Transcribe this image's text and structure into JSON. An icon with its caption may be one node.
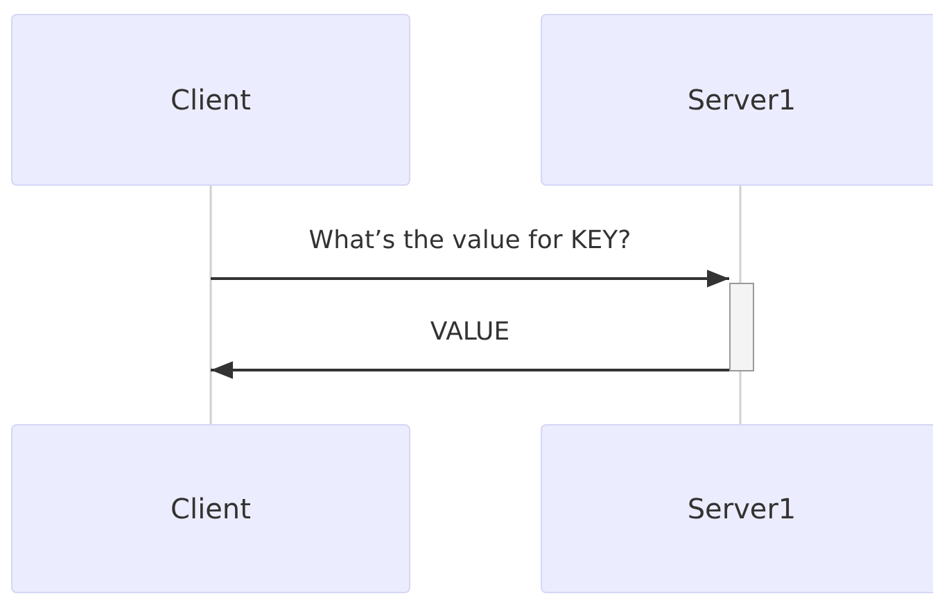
{
  "diagram": {
    "nodes": [
      {
        "text": [
          "Client"
        ]
      },
      {
        "text": [
          "Server1"
        ]
      },
      {
        "text": [
          "Client"
        ]
      },
      {
        "text": [
          "Server1"
        ]
      },
      {
        "text": [],
        "shape": "bar"
      }
    ],
    "edges": [
      {
        "from": 0,
        "to": 2,
        "arrow": "none",
        "color": "#d0d0d0"
      },
      {
        "from": 1,
        "to": 4,
        "arrow": "none",
        "color": "#d0d0d0"
      },
      {
        "from": 4,
        "to": 3,
        "arrow": "none",
        "color": "#d0d0d0"
      },
      {
        "from": 0,
        "to": 4,
        "arrow": "to",
        "label": "What’s the value for KEY?",
        "color": "#333333"
      },
      {
        "from": 4,
        "to": null,
        "arrow": "to",
        "label": "VALUE",
        "color": "#333333"
      }
    ]
  }
}
